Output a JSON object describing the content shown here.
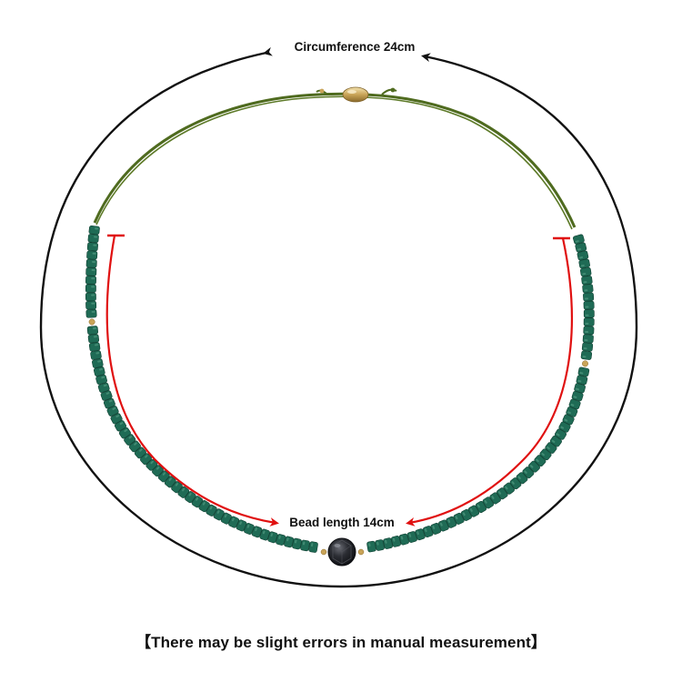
{
  "product": {
    "circumference_label": "Circumference 24cm",
    "bead_length_label": "Bead length 14cm",
    "note": "【There may be slight errors in manual measurement】"
  },
  "colors": {
    "background": "#ffffff",
    "circumference_arrow": "#111111",
    "bead_length_arrow": "#e01010",
    "cord": "#4f6b1f",
    "bead_green": "#1f6b55",
    "gold": "#c9a458",
    "focal_bead": "#2b2d33"
  },
  "icons": {
    "clasp": "oval-gold-slider-bead",
    "focal": "faceted-black-bead"
  }
}
